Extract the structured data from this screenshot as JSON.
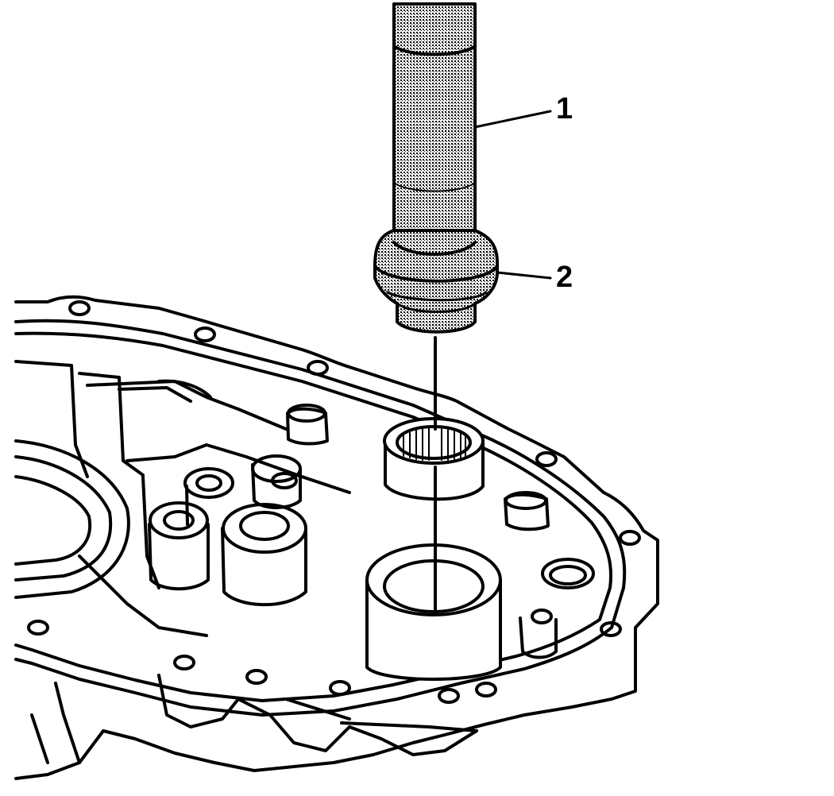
{
  "callouts": [
    {
      "id": "1",
      "label": "1"
    },
    {
      "id": "2",
      "label": "2"
    }
  ],
  "colors": {
    "ink": "#000000",
    "paper": "#ffffff",
    "tool_shading": "#8a8a8a"
  }
}
